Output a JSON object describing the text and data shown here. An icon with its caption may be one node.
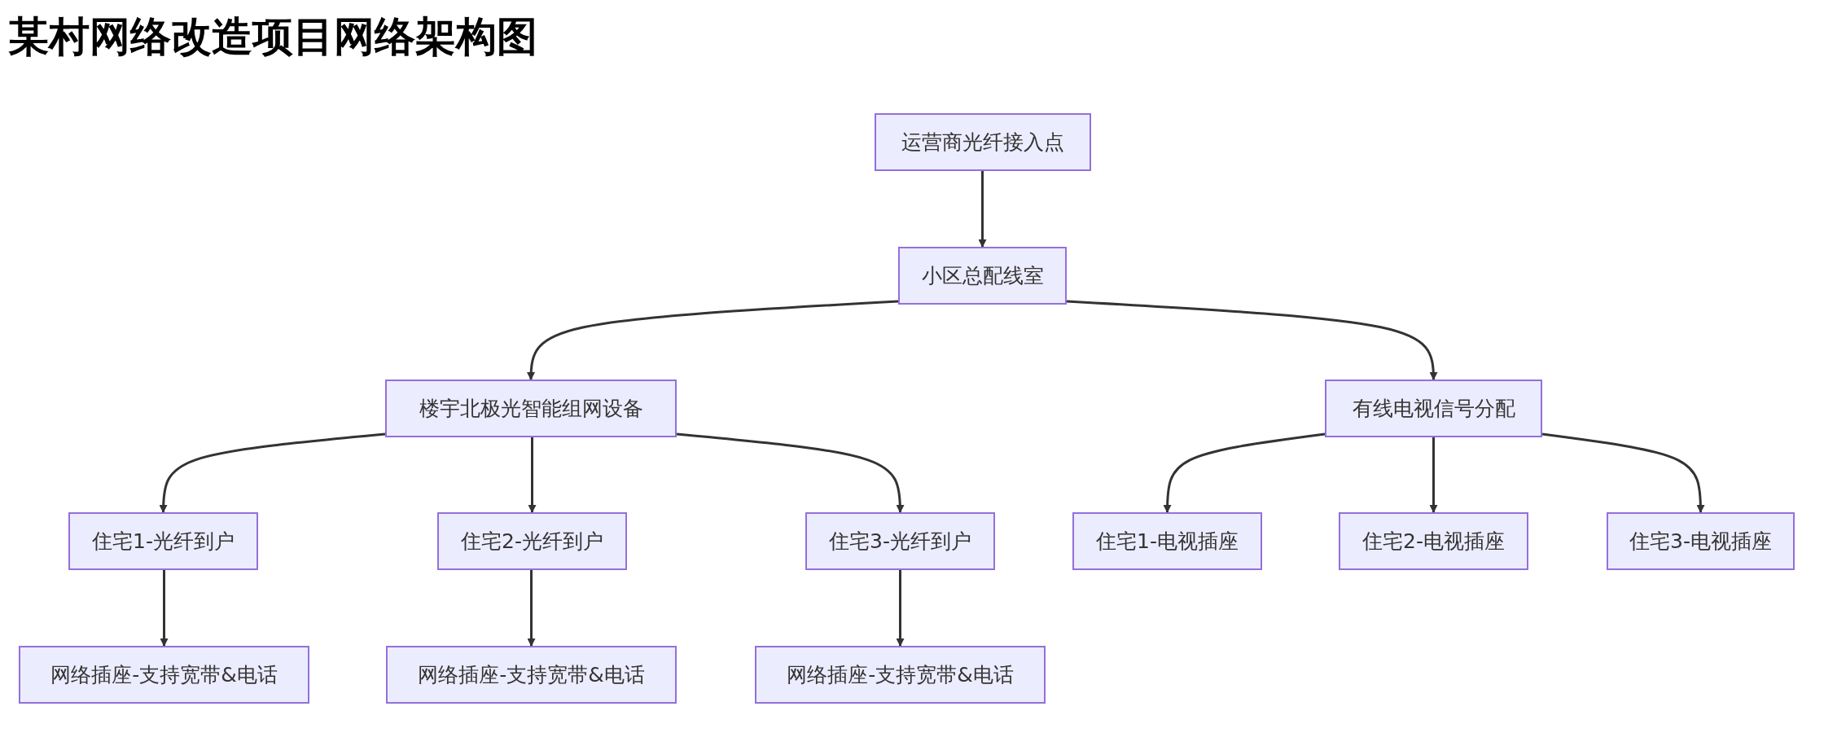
{
  "diagram": {
    "title": "某村网络改造项目网络架构图",
    "nodes": [
      {
        "text": [
          "运营商光纤接入点"
        ]
      },
      {
        "text": [
          "小区总配线室"
        ]
      },
      {
        "text": [
          "楼宇北极光智能组网设备"
        ]
      },
      {
        "text": [
          "有线电视信号分配"
        ]
      },
      {
        "text": [
          "住宅1-光纤到户"
        ]
      },
      {
        "text": [
          "住宅2-光纤到户"
        ]
      },
      {
        "text": [
          "住宅3-光纤到户"
        ]
      },
      {
        "text": [
          "住宅1-电视插座"
        ]
      },
      {
        "text": [
          "住宅2-电视插座"
        ]
      },
      {
        "text": [
          "住宅3-电视插座"
        ]
      },
      {
        "text": [
          "网络插座-支持宽带&电话"
        ]
      },
      {
        "text": [
          "网络插座-支持宽带&电话"
        ]
      },
      {
        "text": [
          "网络插座-支持宽带&电话"
        ]
      }
    ],
    "edges": [
      {
        "from": 0,
        "to": 1,
        "arrow": "to"
      },
      {
        "from": 1,
        "to": 2,
        "arrow": "to"
      },
      {
        "from": 1,
        "to": 3,
        "arrow": "to"
      },
      {
        "from": 2,
        "to": 4,
        "arrow": "to"
      },
      {
        "from": 2,
        "to": 5,
        "arrow": "to"
      },
      {
        "from": 2,
        "to": 6,
        "arrow": "to"
      },
      {
        "from": 3,
        "to": 7,
        "arrow": "to"
      },
      {
        "from": 3,
        "to": 8,
        "arrow": "to"
      },
      {
        "from": 3,
        "to": 9,
        "arrow": "to"
      },
      {
        "from": 4,
        "to": 10,
        "arrow": "to"
      },
      {
        "from": 5,
        "to": 11,
        "arrow": "to"
      },
      {
        "from": 6,
        "to": 12,
        "arrow": "to"
      }
    ]
  }
}
